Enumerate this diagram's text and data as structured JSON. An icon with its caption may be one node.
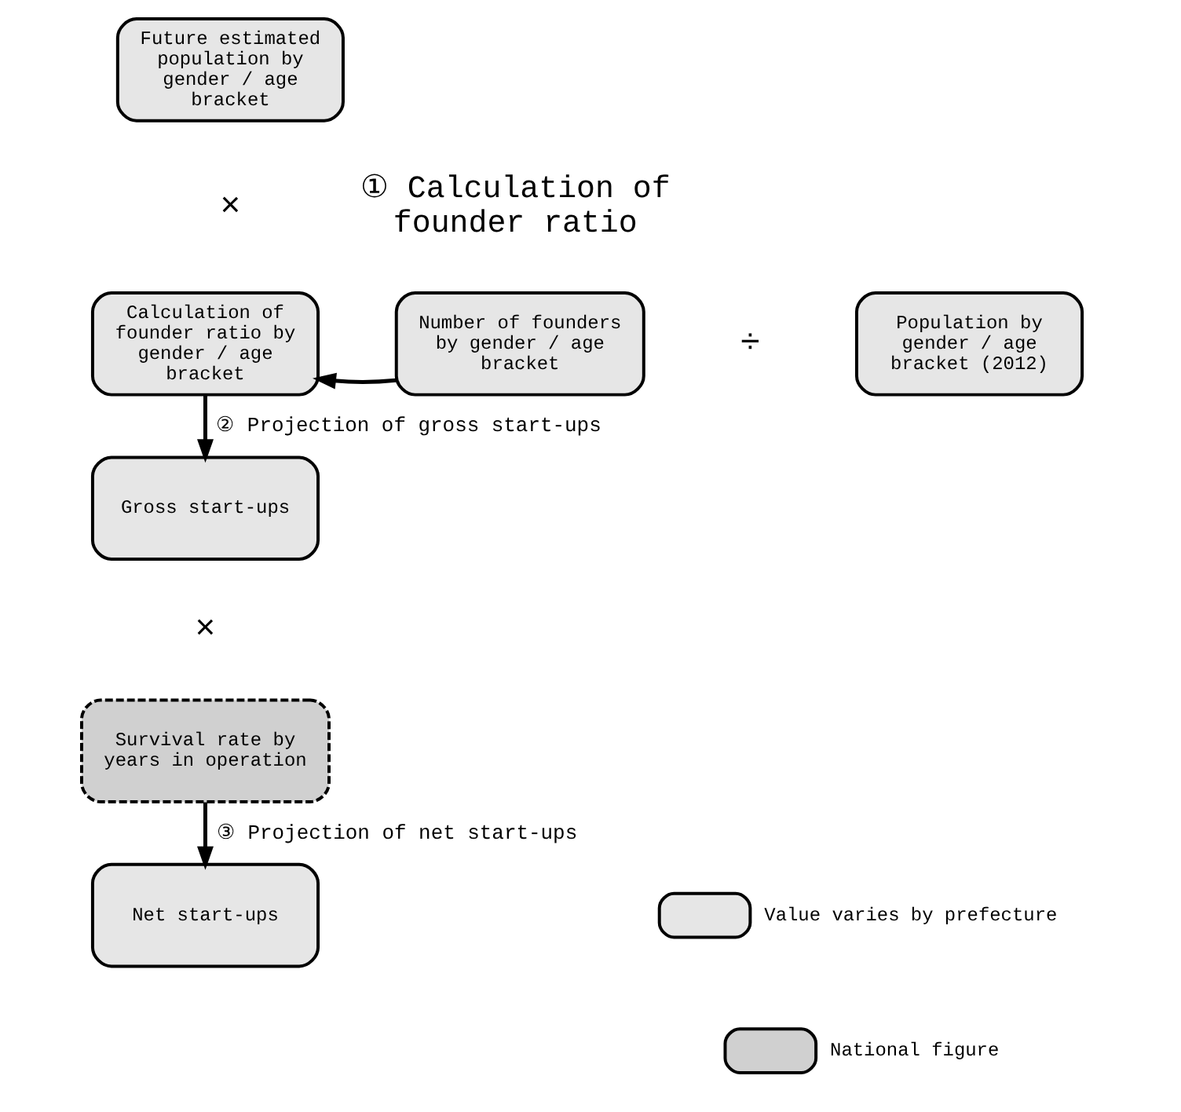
{
  "diagram": {
    "nodes": [
      {
        "text": [
          "Future estimated population by gender / age bracket"
        ]
      },
      {
        "text": [
          "Calculation of founder ratio by gender / age bracket"
        ]
      },
      {
        "text": [
          "Number of founders by gender / age bracket"
        ]
      },
      {
        "text": [
          "Population by gender / age bracket (2012)"
        ]
      },
      {
        "text": [
          "Gross start-ups"
        ]
      },
      {
        "text": [
          "Survival rate by years in operation"
        ]
      },
      {
        "text": [
          "Net start-ups"
        ]
      }
    ],
    "edges": [
      {
        "from": 2,
        "to": 1,
        "arrow": "to"
      },
      {
        "from": 1,
        "to": 4,
        "arrow": "to",
        "label": "② Projection of gross start-ups"
      },
      {
        "from": 5,
        "to": 6,
        "arrow": "to",
        "label": "③ Projection of net start-ups"
      }
    ],
    "labels": [
      "① Calculation of founder ratio",
      "×",
      "÷",
      "×"
    ],
    "legend": [
      {
        "text": "Value varies by prefecture",
        "color": "#e6e6e6"
      },
      {
        "text": "National figure",
        "color": "#d0d0d0"
      }
    ]
  }
}
